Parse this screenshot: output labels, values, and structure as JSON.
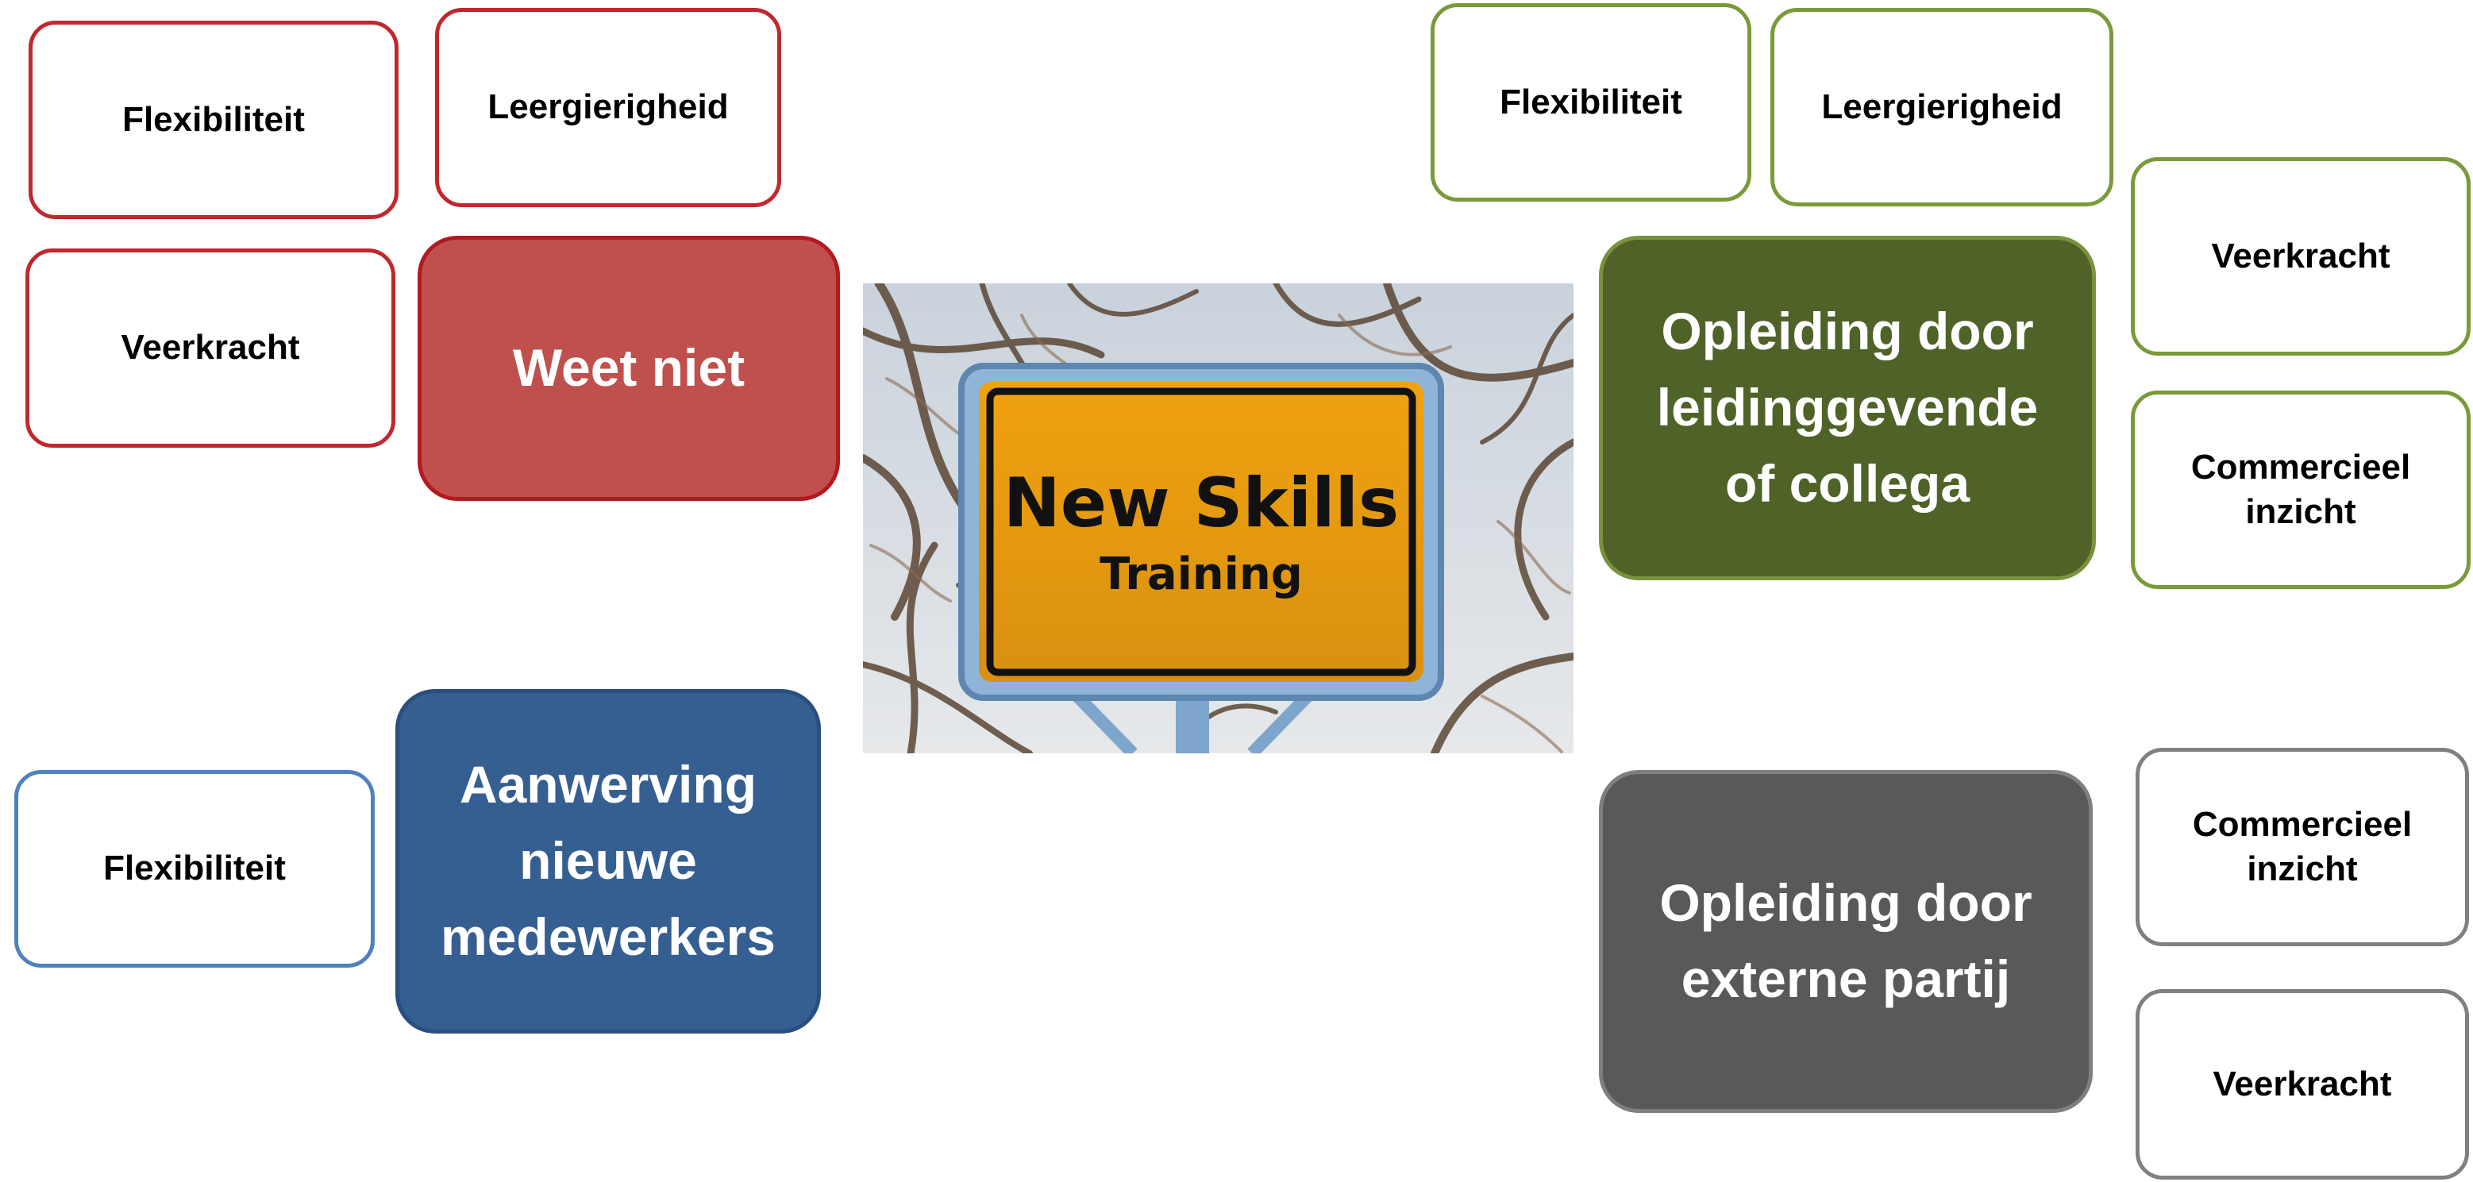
{
  "center": {
    "sign_title": "New Skills",
    "sign_subtitle": "Training"
  },
  "groups": {
    "weet_niet": {
      "label": "Weet niet",
      "color": "#c0504d",
      "skills": [
        "Flexibiliteit",
        "Leergierigheid",
        "Veerkracht"
      ]
    },
    "aanwerving": {
      "label": "Aanwerving\nnieuwe\nmedewerkers",
      "color": "#355f91",
      "skills": [
        "Flexibiliteit"
      ]
    },
    "opleiding_intern": {
      "label": "Opleiding door\nleidinggevende\nof collega",
      "color": "#4f6228",
      "skills": [
        "Flexibiliteit",
        "Leergierigheid",
        "Veerkracht",
        "Commercieel\ninzicht"
      ]
    },
    "opleiding_extern": {
      "label": "Opleiding door\nexterne partij",
      "color": "#595959",
      "skills": [
        "Commercieel\ninzicht",
        "Veerkracht"
      ]
    }
  }
}
